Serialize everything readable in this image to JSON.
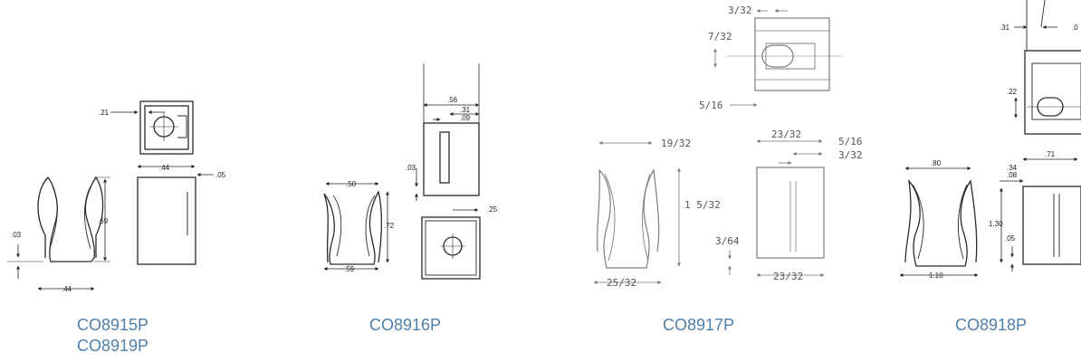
{
  "colors": {
    "label": "#4f7fa8",
    "drawing": "#2a2a2a",
    "faded": "#7d7d7d"
  },
  "parts": [
    {
      "labels": [
        "CO8915P",
        "CO8919P"
      ],
      "dims": [
        ".21",
        ".44",
        ".05",
        ".69",
        ".03",
        ".44"
      ]
    },
    {
      "labels": [
        "CO8916P"
      ],
      "dims": [
        ".56",
        ".31",
        ".09",
        ".03",
        ".50",
        ".72",
        ".59",
        ".25"
      ]
    },
    {
      "labels": [
        "CO8917P"
      ],
      "dims": [
        "3/32",
        "7/32",
        "5/16",
        "23/32",
        "5/16",
        "3/32",
        "19/32",
        "1 5/32",
        "3/64",
        "25/32",
        "23/32"
      ]
    },
    {
      "labels": [
        "CO8918P"
      ],
      "dims": [
        ".31",
        ".0",
        ".22",
        ".71",
        ".80",
        ".34",
        ".08",
        "1.30",
        ".05",
        "1.10"
      ]
    }
  ]
}
